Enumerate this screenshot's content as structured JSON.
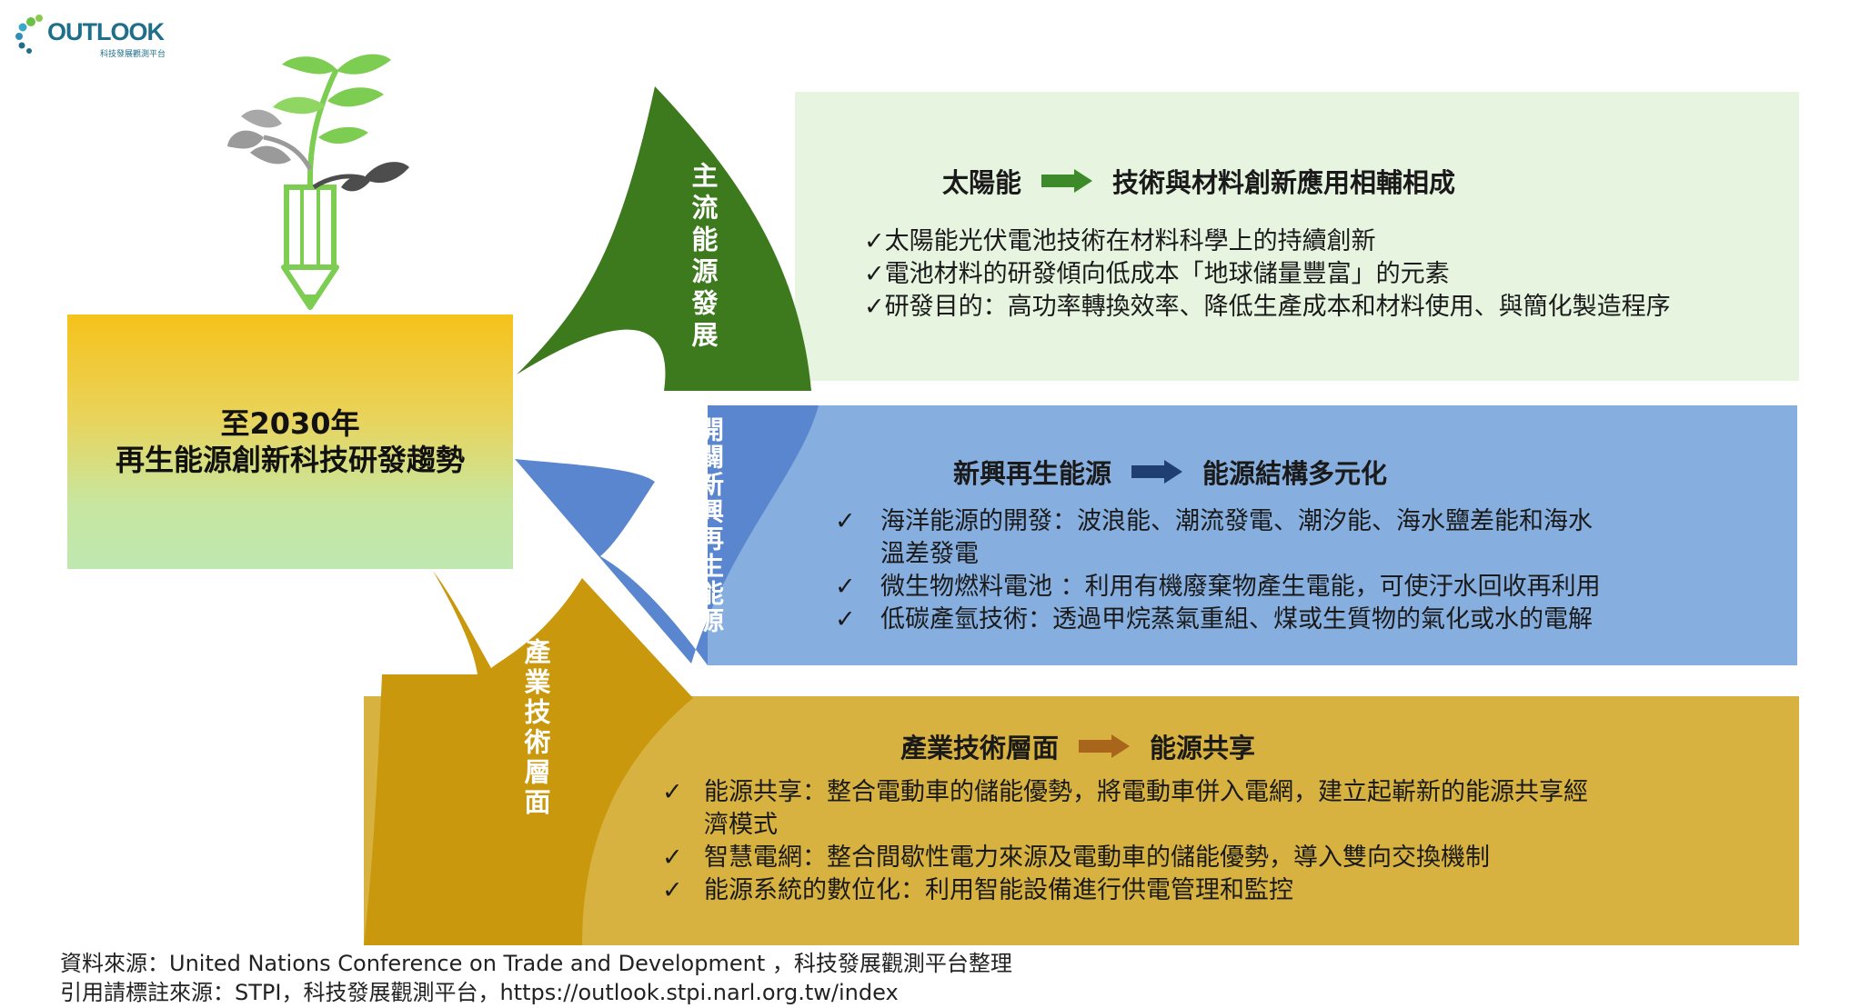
{
  "logo": {
    "icon": "dots-swirl-icon",
    "word": "OUTLOOK",
    "sub": "科技發展觀測平台"
  },
  "center": {
    "line1": "至2030年",
    "line2": "再生能源創新科技研發趨勢"
  },
  "colors": {
    "green_dark": "#3d7a1e",
    "blue": "#5a86cf",
    "gold": "#c9980c",
    "solar_bg": "#e6f4e0",
    "new_bg": "#86aede",
    "ind_bg": "#d7b240"
  },
  "branches": {
    "solar": {
      "label": "主流能源發展",
      "header_left": "太陽能",
      "header_right": "技術與材料創新應用相輔相成",
      "arrow_icon": "right-arrow-icon",
      "items": [
        "太陽能光伏電池技術在材料科學上的持續創新",
        "電池材料的研發傾向低成本「地球儲量豐富」的元素",
        "研發目的：高功率轉換效率、降低生產成本和材料使用、與簡化製造程序"
      ]
    },
    "new_energy": {
      "label": "開闢新興再生能源",
      "header_left": "新興再生能源",
      "header_right": "能源結構多元化",
      "arrow_icon": "right-arrow-icon",
      "items": [
        {
          "l1": "海洋能源的開發：波浪能、潮流發電、潮汐能、海水鹽差能和海水",
          "l2": "溫差發電"
        },
        {
          "l1": "微生物燃料電池 ：利用有機廢棄物產生電能，可使汙水回收再利用",
          "l2": ""
        },
        {
          "l1": "低碳產氫技術：透過甲烷蒸氣重組、煤或生質物的氣化或水的電解",
          "l2": ""
        }
      ]
    },
    "industry": {
      "label": "產業技術層面",
      "header_left": "產業技術層面",
      "header_right": "能源共享",
      "arrow_icon": "right-arrow-icon",
      "items": [
        {
          "l1": "能源共享：整合電動車的儲能優勢，將電動車併入電網，建立起嶄新的能源共享經",
          "l2": "濟模式"
        },
        {
          "l1": "智慧電網：整合間歇性電力來源及電動車的儲能優勢，導入雙向交換機制",
          "l2": ""
        },
        {
          "l1": "能源系統的數位化：利用智能設備進行供電管理和監控",
          "l2": ""
        }
      ]
    }
  },
  "check": "✓",
  "source": {
    "line1": "資料來源：United Nations Conference on Trade and Development ，科技發展觀測平台整理",
    "line2": "引用請標註來源：STPI，科技發展觀測平台，https://outlook.stpi.narl.org.tw/index"
  }
}
